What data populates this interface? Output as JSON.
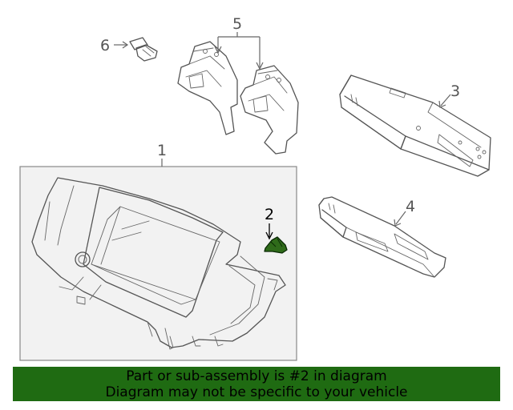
{
  "callouts": {
    "c1": "1",
    "c2": "2",
    "c3": "3",
    "c4": "4",
    "c5": "5",
    "c6": "6"
  },
  "highlight_color": "#1f6b12",
  "banner": {
    "line1": "Part or sub-assembly is #2 in diagram",
    "line2": "Diagram may not be specific to your vehicle"
  }
}
